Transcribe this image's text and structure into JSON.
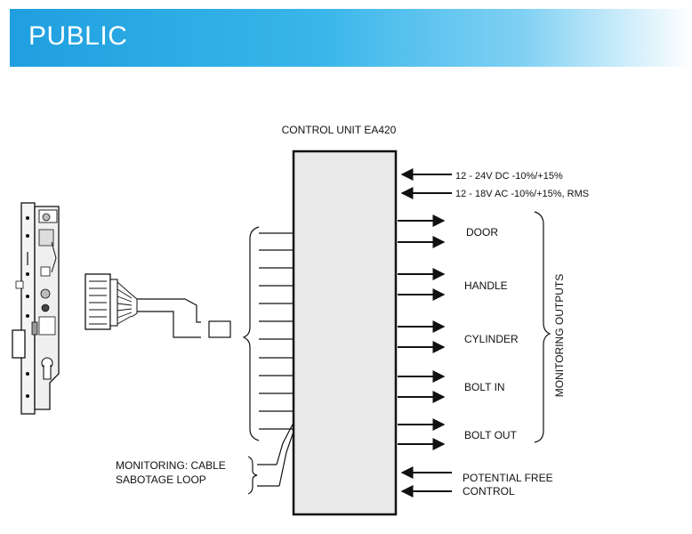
{
  "header": {
    "title": "PUBLIC",
    "color": "#2aaae6"
  },
  "diagram": {
    "control_unit_label": "CONTROL UNIT EA420",
    "inputs": [
      {
        "label": "12 - 24V DC -10%/+15%"
      },
      {
        "label": "12 - 18V AC -10%/+15%, RMS"
      }
    ],
    "outputs": [
      {
        "label": "DOOR"
      },
      {
        "label": "HANDLE"
      },
      {
        "label": "CYLINDER"
      },
      {
        "label": "BOLT IN"
      },
      {
        "label": "BOLT OUT"
      }
    ],
    "monitoring_outputs_label": "MONITORING OUTPUTS",
    "potential_free_control": {
      "line1": "POTENTIAL FREE",
      "line2": "CONTROL"
    },
    "monitoring_cable": {
      "line1": "MONITORING: CABLE",
      "line2": "SABOTAGE LOOP"
    }
  }
}
